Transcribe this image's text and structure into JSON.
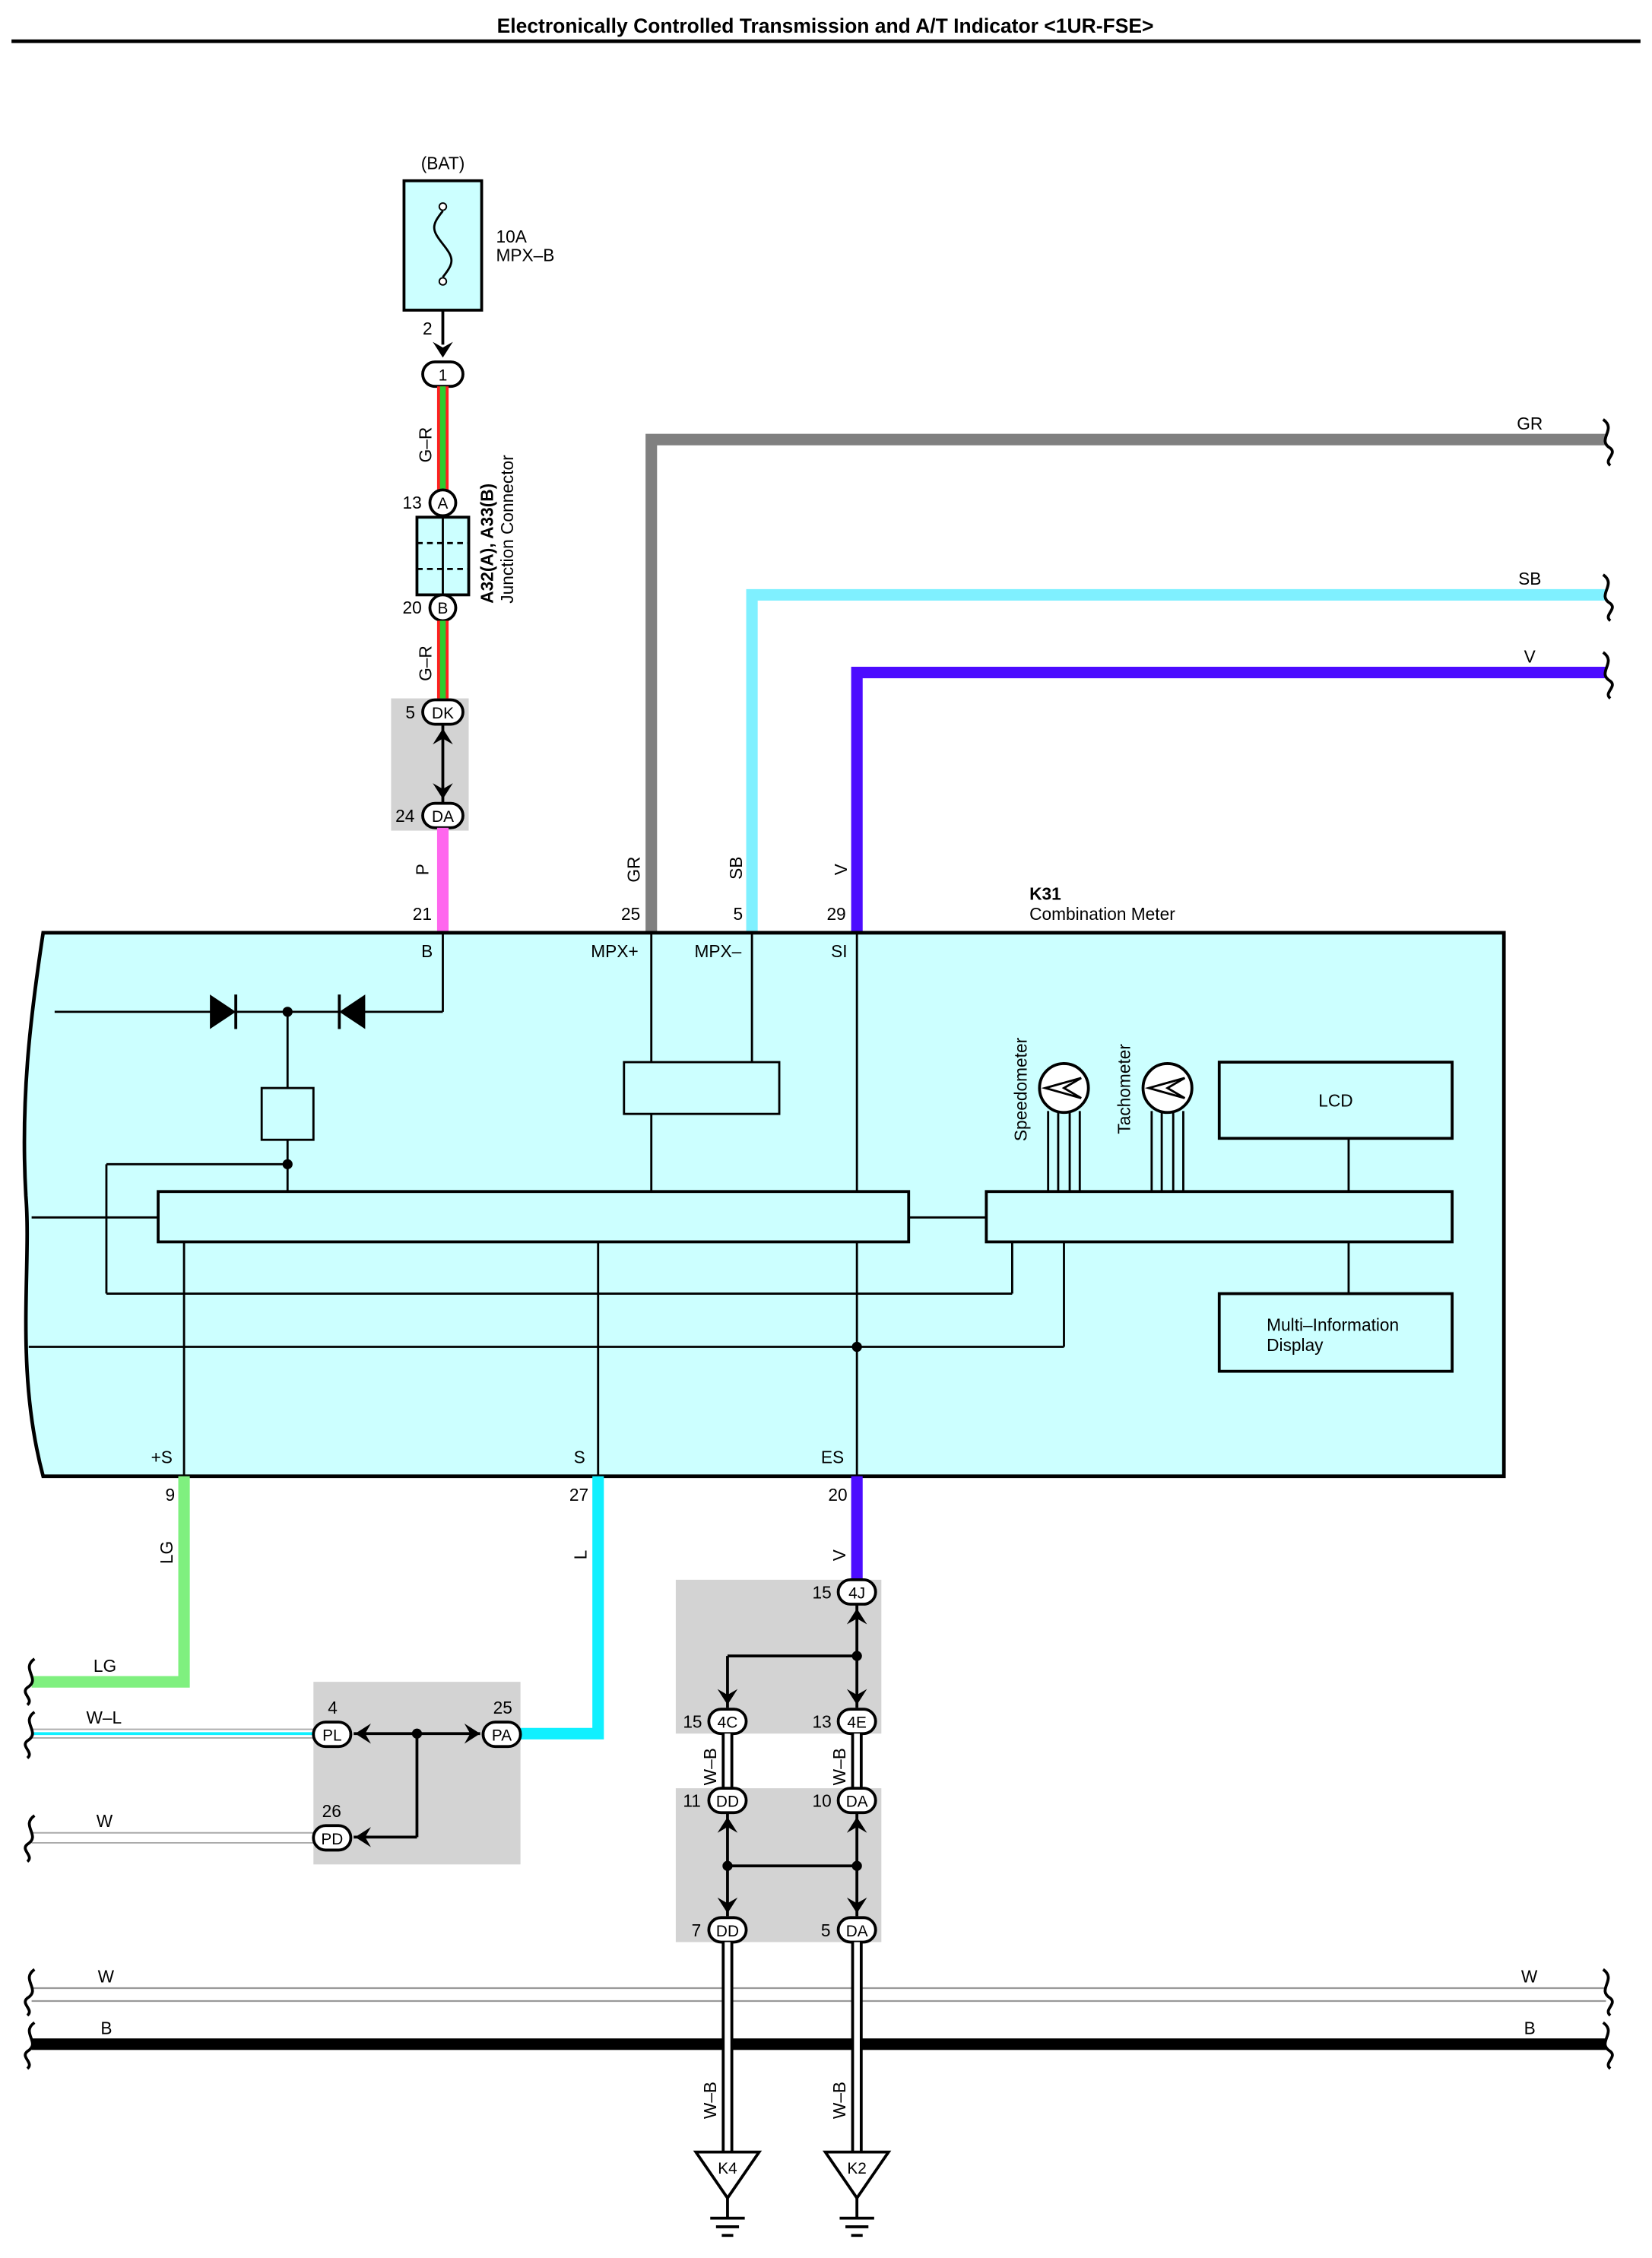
{
  "title": "Electronically Controlled Transmission and A/T Indicator <1UR-FSE>",
  "power": {
    "source": "(BAT)",
    "fuse_rating": "10A",
    "fuse_name": "MPX–B",
    "pin": "2",
    "connector": "1"
  },
  "junction": {
    "name": "A32(A), A33(B)",
    "label": "Junction Connector",
    "pin_a": "13",
    "conn_a": "A",
    "pin_b": "20",
    "conn_b": "B"
  },
  "wire_colors": {
    "gr_wire": "G–R",
    "p_wire": "P",
    "gr": "GR",
    "sb": "SB",
    "v": "V",
    "lg": "LG",
    "l": "L",
    "wl": "W–L",
    "w": "W",
    "b": "B",
    "wb": "W–B"
  },
  "colors": {
    "GR": "#808080",
    "SB": "#7ff0ff",
    "V": "#4c0cff",
    "P": "#ff66ee",
    "LG": "#7ff07f",
    "L": "#10f0ff",
    "green": "#2ecc2e",
    "red": "#ff2020",
    "meter_fill": "#ccffff",
    "splice_box": "#d3d3d3"
  },
  "connectors": {
    "dk": {
      "pin": "5",
      "name": "DK"
    },
    "da1": {
      "pin": "24",
      "name": "DA"
    },
    "pl": {
      "pin": "4",
      "name": "PL"
    },
    "pa": {
      "pin": "25",
      "name": "PA"
    },
    "pd": {
      "pin": "26",
      "name": "PD"
    },
    "j4j": {
      "pin": "15",
      "name": "4J"
    },
    "c4c": {
      "pin": "15",
      "name": "4C"
    },
    "c4e": {
      "pin": "13",
      "name": "4E"
    },
    "dd1": {
      "pin": "11",
      "name": "DD"
    },
    "da2": {
      "pin": "10",
      "name": "DA"
    },
    "dd2": {
      "pin": "7",
      "name": "DD"
    },
    "da3": {
      "pin": "5",
      "name": "DA"
    }
  },
  "meter": {
    "id": "K31",
    "name": "Combination Meter",
    "terminals_top": [
      {
        "pin": "21",
        "name": "B"
      },
      {
        "pin": "25",
        "name": "MPX+"
      },
      {
        "pin": "5",
        "name": "MPX–"
      },
      {
        "pin": "29",
        "name": "SI"
      }
    ],
    "terminals_bottom": [
      {
        "pin": "9",
        "name": "+S"
      },
      {
        "pin": "27",
        "name": "S"
      },
      {
        "pin": "20",
        "name": "ES"
      }
    ],
    "speedometer": "Speedometer",
    "tachometer": "Tachometer",
    "lcd": "LCD",
    "mid": "Multi–Information\nDisplay"
  },
  "grounds": [
    {
      "name": "K4"
    },
    {
      "name": "K2"
    }
  ]
}
